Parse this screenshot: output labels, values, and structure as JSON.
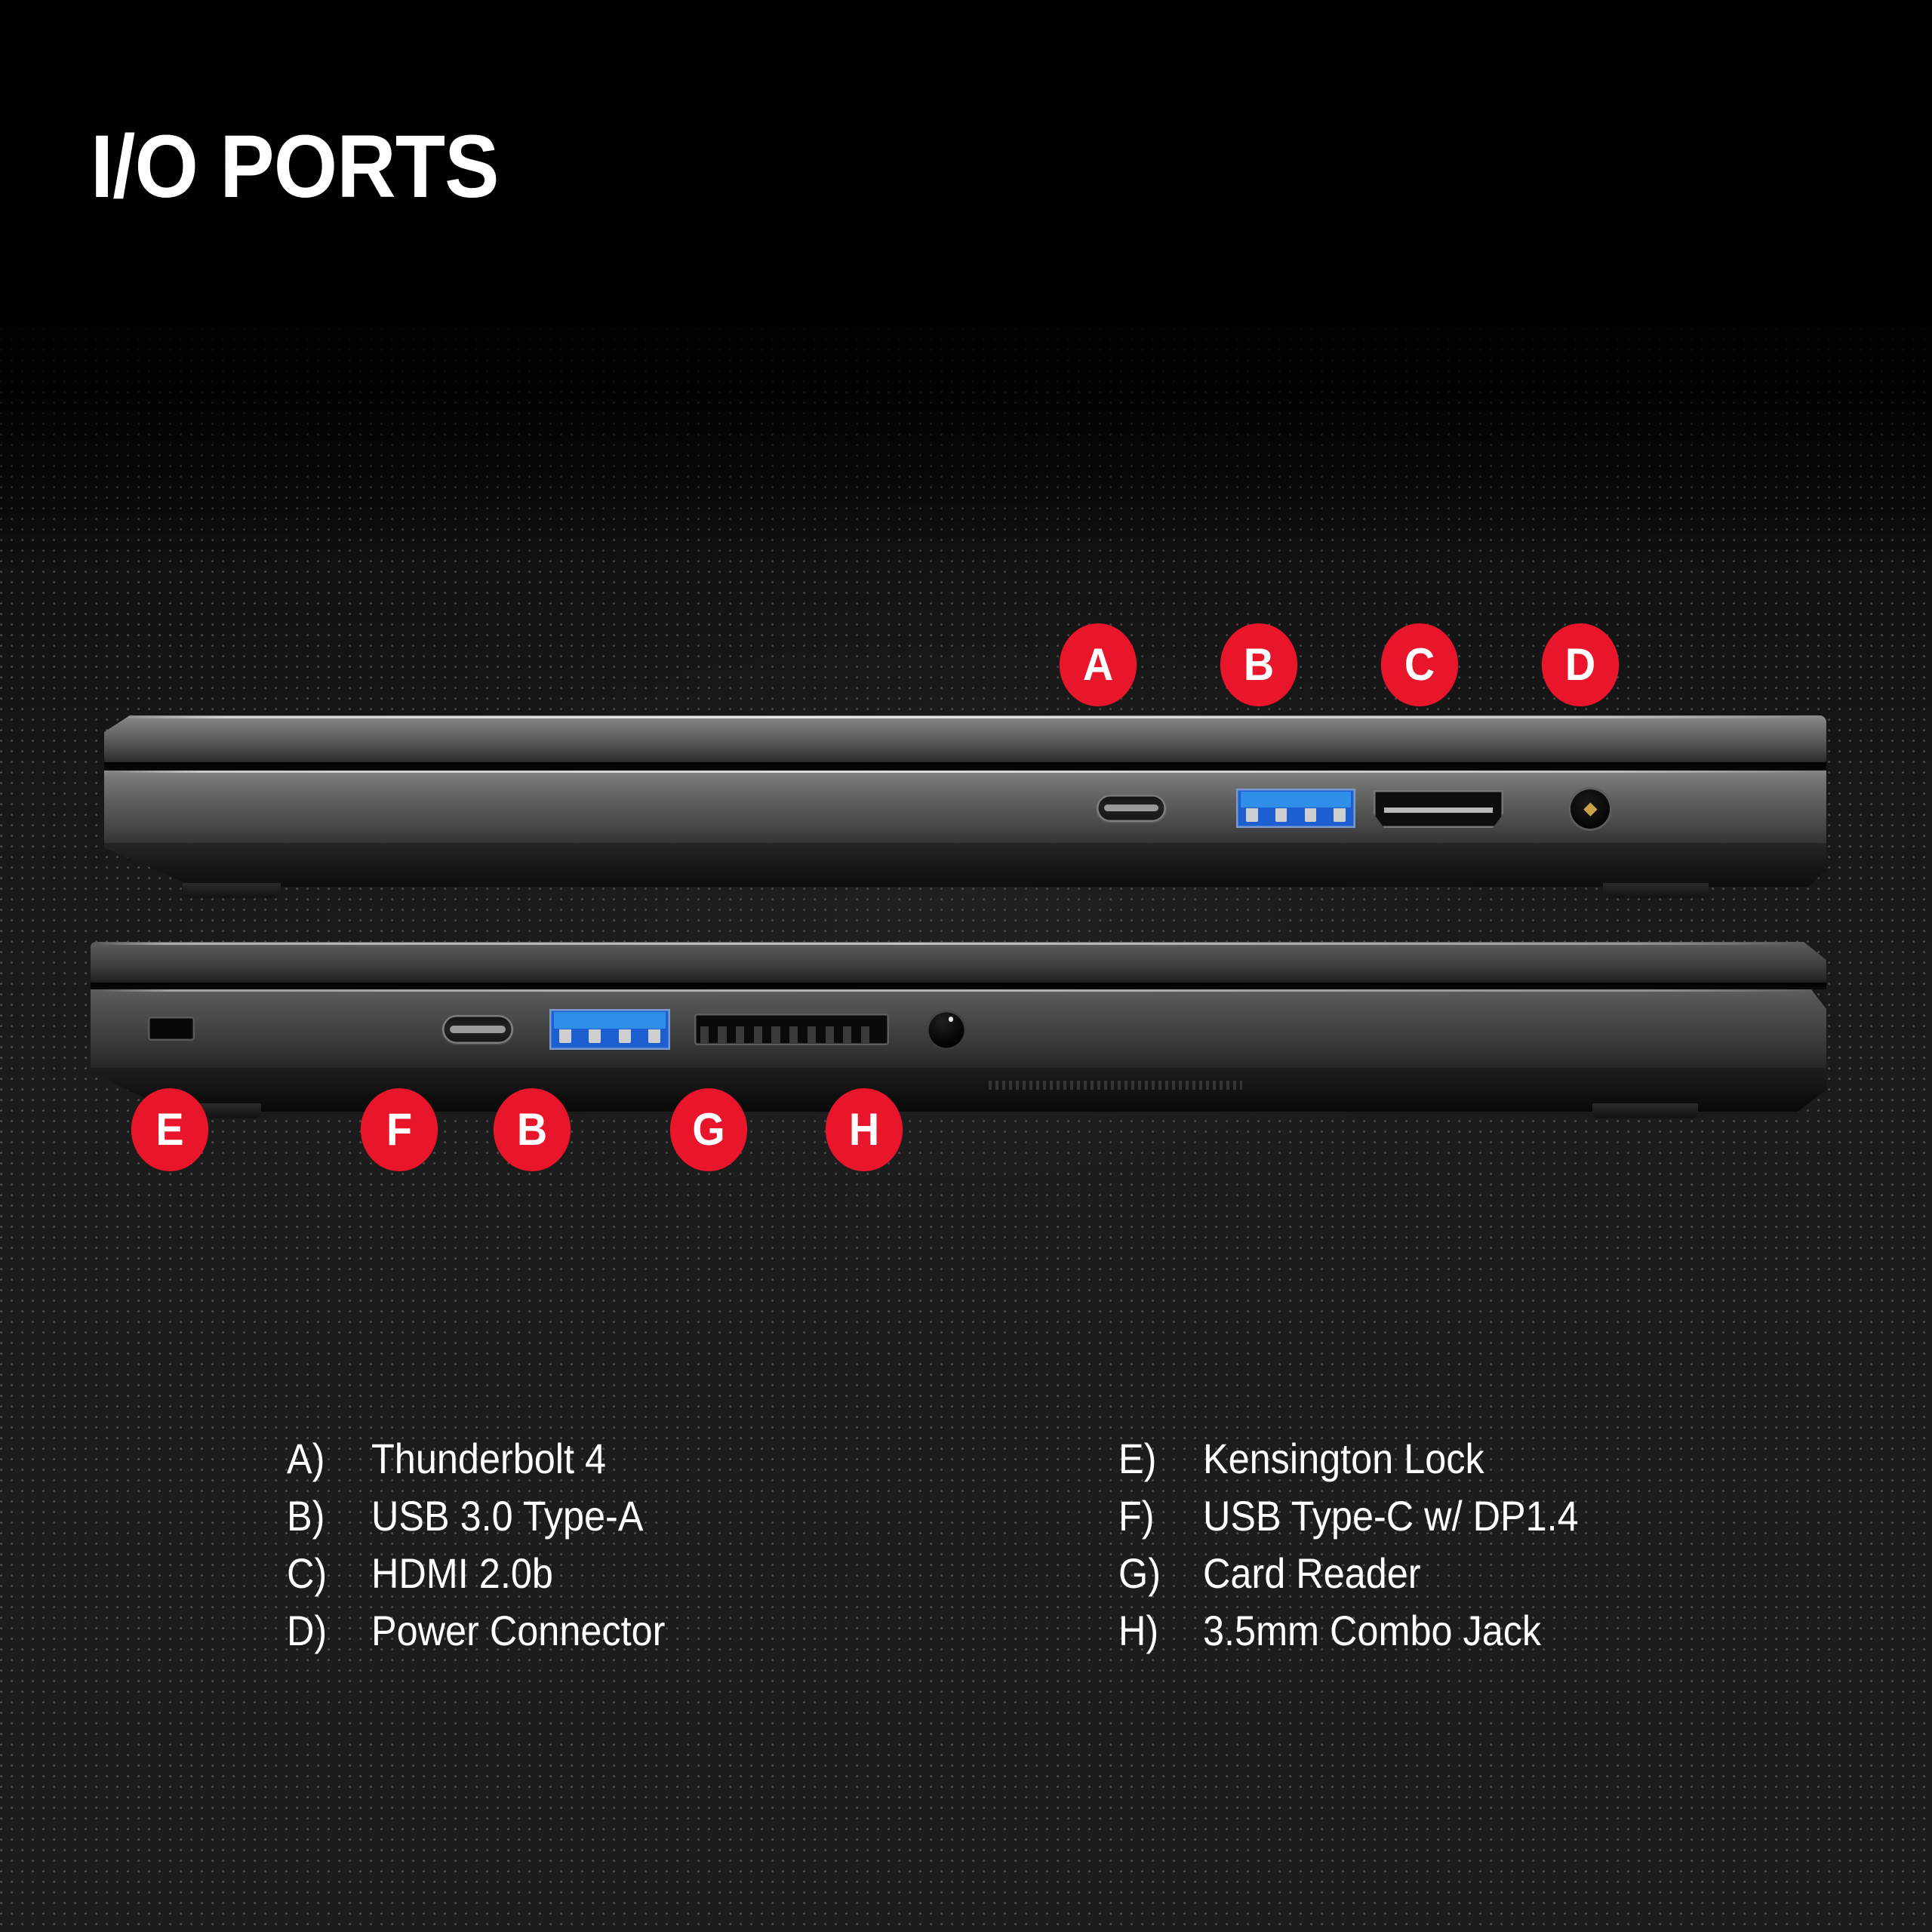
{
  "page": {
    "title": "I/O PORTS",
    "background_color": "#141414",
    "accent_color": "#e8152b",
    "text_color": "#ffffff"
  },
  "callouts": {
    "top_row": [
      {
        "letter": "A",
        "port": "thunderbolt-4"
      },
      {
        "letter": "B",
        "port": "usb-3-type-a"
      },
      {
        "letter": "C",
        "port": "hdmi"
      },
      {
        "letter": "D",
        "port": "power-connector"
      }
    ],
    "bottom_row": [
      {
        "letter": "E",
        "port": "kensington-lock"
      },
      {
        "letter": "F",
        "port": "usb-type-c-dp"
      },
      {
        "letter": "B",
        "port": "usb-3-type-a"
      },
      {
        "letter": "G",
        "port": "card-reader"
      },
      {
        "letter": "H",
        "port": "combo-jack"
      }
    ]
  },
  "legend": {
    "left_column": [
      {
        "key": "A)",
        "label": "Thunderbolt 4"
      },
      {
        "key": "B)",
        "label": "USB 3.0 Type-A"
      },
      {
        "key": "C)",
        "label": "HDMI 2.0b"
      },
      {
        "key": "D)",
        "label": "Power Connector"
      }
    ],
    "right_column": [
      {
        "key": "E)",
        "label": "Kensington Lock"
      },
      {
        "key": "F)",
        "label": "USB Type-C w/ DP1.4"
      },
      {
        "key": "G)",
        "label": "Card Reader"
      },
      {
        "key": "H)",
        "label": "3.5mm Combo Jack"
      }
    ]
  },
  "devices": [
    {
      "name": "laptop-right-side-profile",
      "ports": [
        "thunderbolt-4",
        "usb-3-type-a",
        "hdmi-2-0b",
        "power-connector"
      ]
    },
    {
      "name": "laptop-left-side-profile",
      "ports": [
        "kensington-lock",
        "usb-type-c",
        "usb-3-type-a",
        "card-reader",
        "combo-jack"
      ]
    }
  ]
}
